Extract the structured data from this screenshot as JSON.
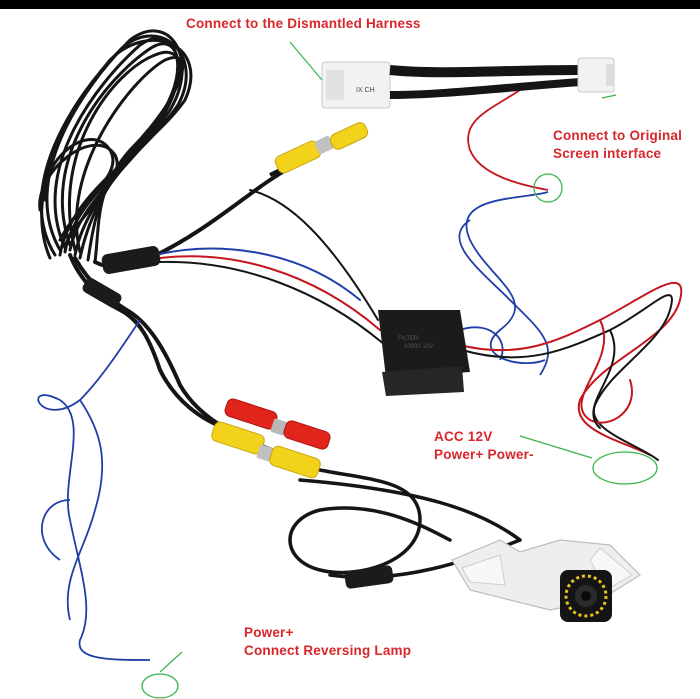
{
  "labels": {
    "harness": "Connect to the Dismantled Harness",
    "original_screen": {
      "line1": "Connect to Original",
      "line2": "Screen interface"
    },
    "acc": {
      "line1": "ACC 12V",
      "line2": "Power+ Power-"
    },
    "reversing": {
      "line1": "Power+",
      "line2": "Connect Reversing Lamp"
    }
  },
  "connector_text": "IX CH",
  "filter_text": {
    "line1": "FILTER-",
    "line2": "10000 10V"
  },
  "colors": {
    "label": "#d8262a",
    "pointer": "#39b54a",
    "circle": "#39b54a",
    "cable_black": "#151515",
    "wire_red": "#c4161c",
    "wire_blue": "#1f3fa8",
    "rca_yellow": "#f3d21c",
    "rca_red": "#e1251b",
    "connector_white": "#f2f2f2"
  }
}
